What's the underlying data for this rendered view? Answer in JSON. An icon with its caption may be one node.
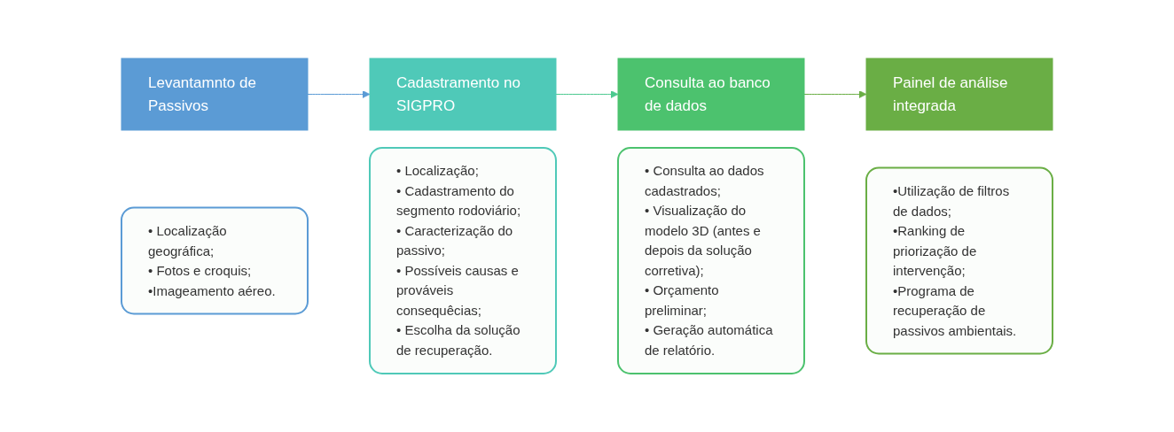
{
  "diagram": {
    "nodes": [
      {
        "text": [
          "Levantamnto de Passivos"
        ]
      },
      {
        "text": [
          "• Localização geográfica;",
          "• Fotos e croquis;",
          "•Imageamento aéreo."
        ]
      },
      {
        "text": [
          "Cadastramento no SIGPRO"
        ]
      },
      {
        "text": [
          "• Localização;",
          "• Cadastramento do segmento rodoviário;",
          "• Caracterização do passivo;",
          "• Possíveis causas e prováveis consequêcias;",
          "• Escolha da solução de recuperação."
        ]
      },
      {
        "text": [
          "Consulta ao banco de dados"
        ]
      },
      {
        "text": [
          "• Consulta ao dados cadastrados;",
          "• Visualização do modelo 3D (antes e depois da solução corretiva);",
          "• Orçamento preliminar;",
          "• Geração automática de relatório."
        ]
      },
      {
        "text": [
          "Painel de análise integrada"
        ]
      },
      {
        "text": [
          "•Utilização de filtros de dados;",
          "•Ranking de priorização de intervenção;",
          "•Programa de recuperação de passivos ambientais."
        ]
      }
    ],
    "edges": [
      {
        "from": 0,
        "to": 2,
        "arrow": "to",
        "color": "#5b9bd5"
      },
      {
        "from": 2,
        "to": 4,
        "arrow": "to",
        "color": "#4cc98f"
      },
      {
        "from": 4,
        "to": 6,
        "arrow": "to",
        "color": "#6aae45"
      }
    ]
  }
}
